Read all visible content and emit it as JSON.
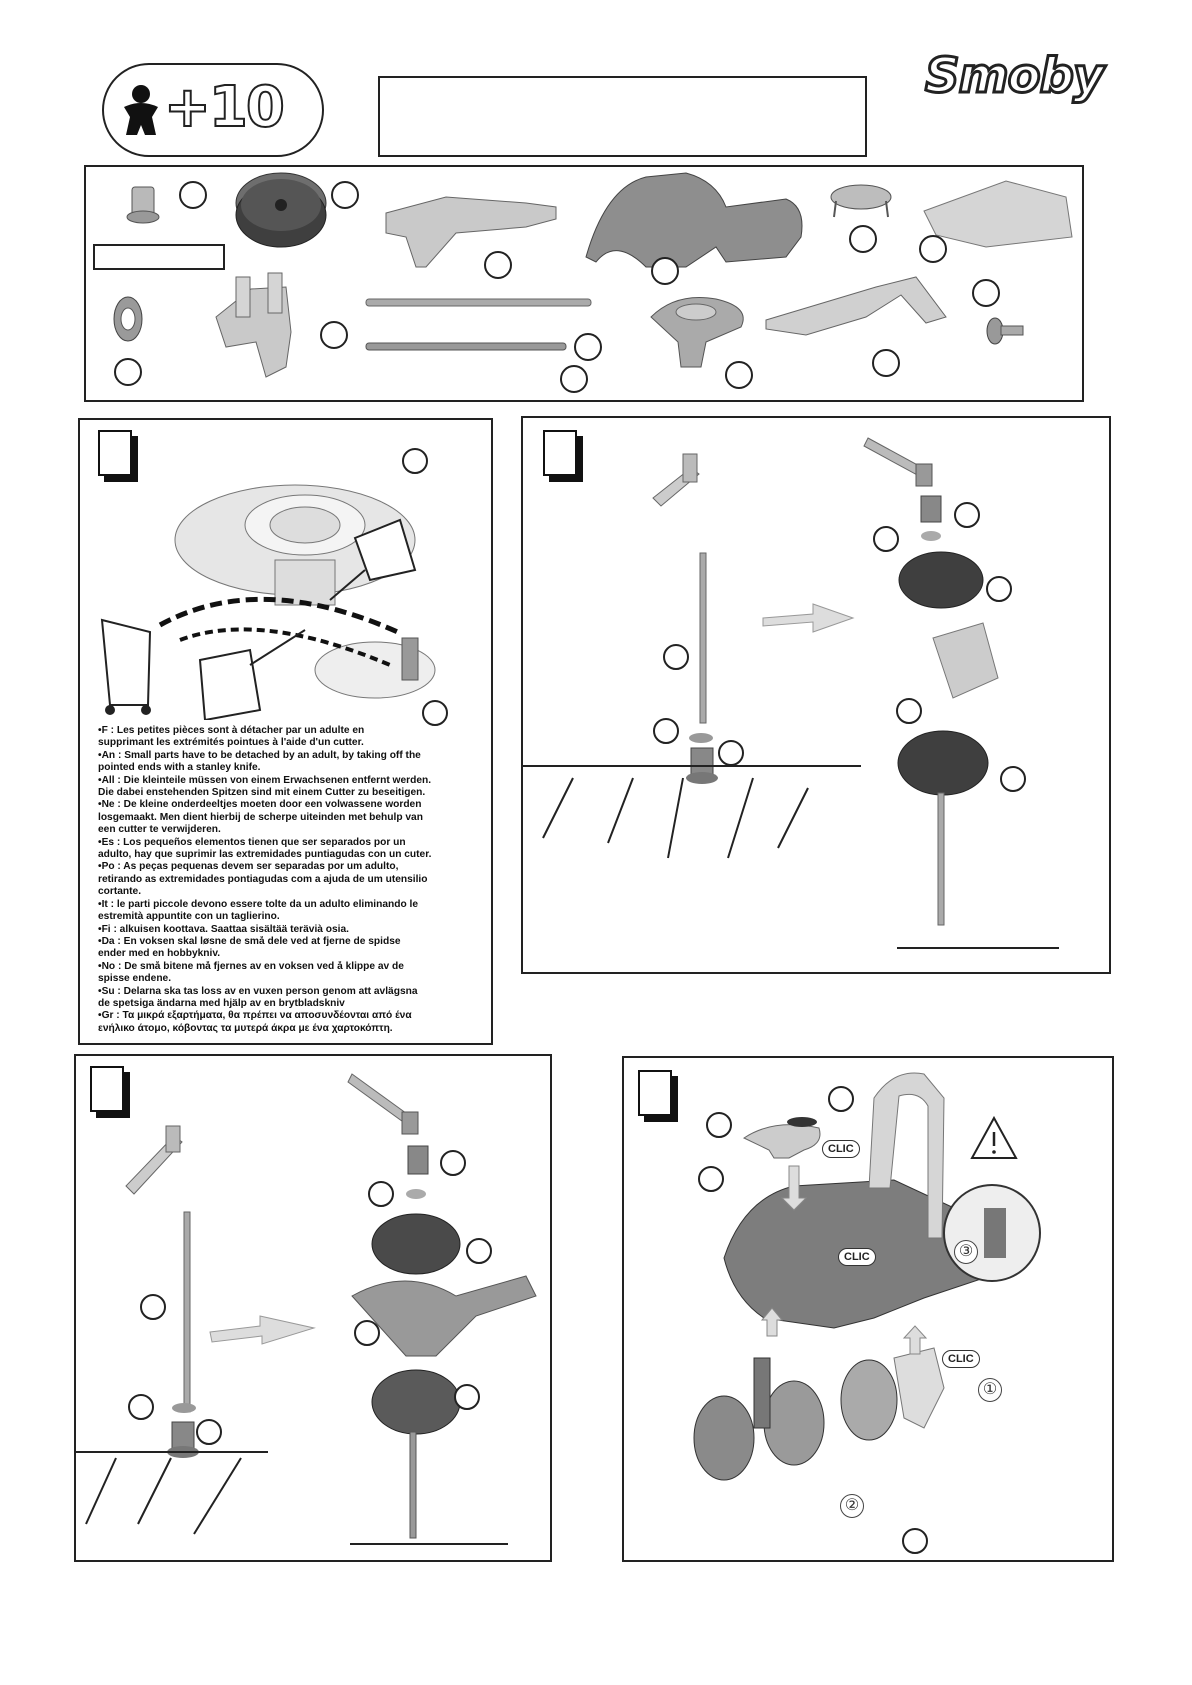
{
  "header": {
    "age_label": "+10",
    "brand": "Smoby",
    "title_box": ""
  },
  "warnings": [
    "•F :     Les petites pièces sont à détacher par un adulte en",
    "supprimant les extrémités pointues à l'aide d'un cutter.",
    "•An :  Small parts have to be detached by an adult, by taking off the",
    "pointed ends with a stanley knife.",
    "•All :  Die kleinteile müssen von einem Erwachsenen entfernt werden.",
    "Die dabei enstehenden Spitzen sind mit einem Cutter zu beseitigen.",
    "•Ne :  De kleine onderdeeltjes moeten door een volwassene worden",
    "losgemaakt. Men dient hierbij de scherpe uiteinden met behulp van",
    "een cutter te verwijderen.",
    "•Es :  Los pequeños elementos tienen que ser separados  por un",
    "adulto, hay que suprimir las extremidades puntiagudas con un cuter.",
    "•Po :  As peças pequenas devem ser separadas por um adulto,",
    "retirando as extremidades pontiagudas com a ajuda de um utensilio",
    "cortante.",
    "•It :    le parti piccole devono essere tolte da un adulto eliminando le",
    "estremità appuntite con un taglierino.",
    "•Fi :   alkuisen koottava. Saattaa sisältää terävià osia.",
    "•Da :  En voksen skal løsne de små dele ved at fjerne de spidse",
    "ender med en hobbykniv.",
    "•No :  De små bitene må fjernes av en voksen ved å klippe av de",
    "spisse endene.",
    "•Su :  Delarna ska tas loss av en vuxen person genom att avlägsna",
    "de spetsiga ändarna med hjälp av en brytbladskniv",
    "•Gr :  Τα μικρά εξαρτήματα, θα πρέπει να αποσυνδέονται από ένα",
    "ενήλικο άτομο, κόβοντας τα μυτερά άκρα με ένα χαρτοκόπτη."
  ],
  "step4": {
    "clic_1": "CLIC",
    "clic_2": "CLIC",
    "clic_3": "CLIC",
    "n1": "①",
    "n2": "②",
    "n3": "③"
  },
  "colors": {
    "part_dark": "#4a4a4a",
    "part_mid": "#8c8c8c",
    "part_light": "#c9c9c9",
    "frame": "#222222"
  }
}
